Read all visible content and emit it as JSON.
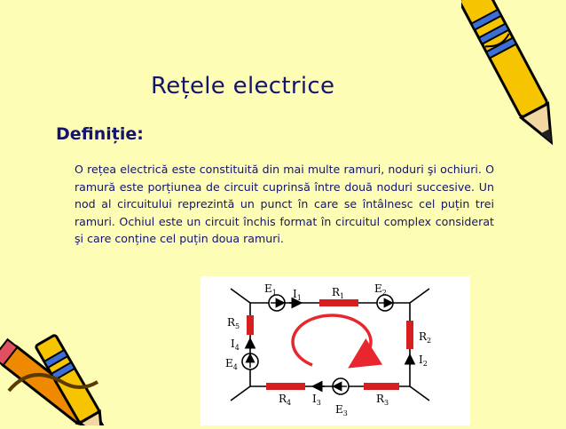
{
  "slide": {
    "title": "Rețele electrice",
    "subtitle": "Definiție:",
    "paragraph": "O rețea electrică este constituită din mai multe ramuri, noduri şi ochiuri. O ramură este porțiunea de circuit cuprinsă între două noduri succesive. Un nod al circuitului reprezintă un punct în care se întâlnesc cel puțin trei ramuri. Ochiul este un circuit închis format în circuitul complex considerat şi care conține cel puțin doua ramuri."
  },
  "circuit": {
    "labels": {
      "E1": "E",
      "E1_sub": "1",
      "I1": "I",
      "I1_sub": "1",
      "R1": "R",
      "R1_sub": "1",
      "E2": "E",
      "E2_sub": "2",
      "R5": "R",
      "R5_sub": "5",
      "I4": "I",
      "I4_sub": "4",
      "E4": "E",
      "E4_sub": "4",
      "R2": "R",
      "R2_sub": "2",
      "I2": "I",
      "I2_sub": "2",
      "R4": "R",
      "R4_sub": "4",
      "I3": "I",
      "I3_sub": "3",
      "E3": "E",
      "E3_sub": "3",
      "R3": "R",
      "R3_sub": "3"
    }
  },
  "colors": {
    "background": "#fdfdb6",
    "text": "#14146e",
    "resistor": "#d62020",
    "loop_arrow": "#e8262e",
    "pencil_yellow": "#f6c400",
    "pencil_blue": "#3b6fd6",
    "pencil_orange": "#ef8a00"
  },
  "icons": {
    "top_right": "crayon-pencil-icon",
    "bottom_left": "pencils-bundle-icon"
  }
}
